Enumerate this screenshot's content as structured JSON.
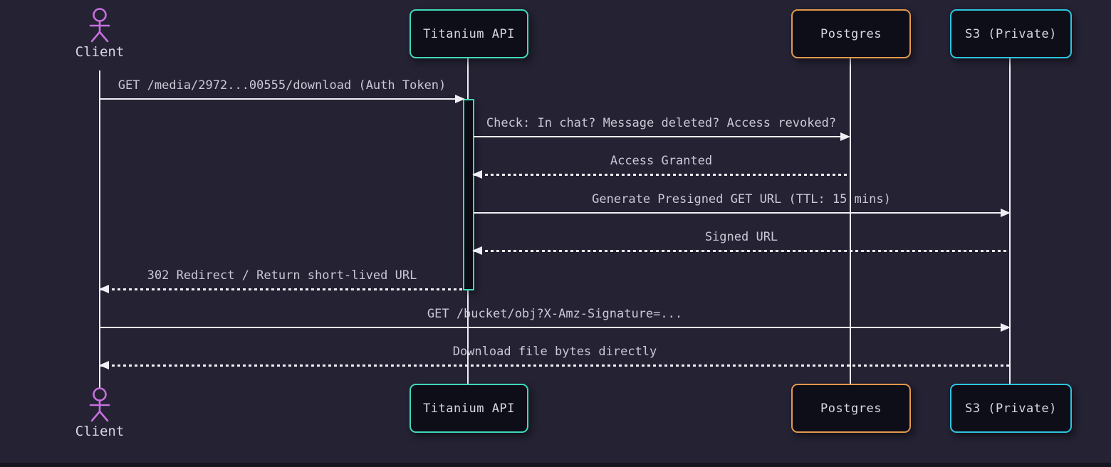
{
  "colors": {
    "bg": "#242233",
    "box": "#0e0e18",
    "line": "#f0eef5",
    "text": "#cbc9d6",
    "label": "#d9d7e3",
    "teal": "#3fd9ba",
    "orange": "#e2984b",
    "cyan": "#2dc5e0",
    "purple": "#c76fdd"
  },
  "diagram": {
    "type": "sequence",
    "actors": [
      {
        "label": "Client",
        "kind": "actor",
        "accent": "#c76fdd"
      },
      {
        "label": "Titanium API",
        "kind": "participant",
        "accent": "#3fd9ba"
      },
      {
        "label": "Postgres",
        "kind": "participant",
        "accent": "#e2984b"
      },
      {
        "label": "S3 (Private)",
        "kind": "participant",
        "accent": "#2dc5e0"
      }
    ],
    "messages": [
      {
        "from": "Client",
        "to": "Titanium API",
        "line": "solid",
        "label": "GET /media/2972...00555/download (Auth Token)"
      },
      {
        "from": "Titanium API",
        "to": "Postgres",
        "line": "solid",
        "label": "Check: In chat? Message deleted? Access revoked?"
      },
      {
        "from": "Postgres",
        "to": "Titanium API",
        "line": "dotted",
        "label": "Access Granted"
      },
      {
        "from": "Titanium API",
        "to": "S3 (Private)",
        "line": "solid",
        "label": "Generate Presigned GET URL (TTL: 15 mins)"
      },
      {
        "from": "S3 (Private)",
        "to": "Titanium API",
        "line": "dotted",
        "label": "Signed URL"
      },
      {
        "from": "Titanium API",
        "to": "Client",
        "line": "dotted",
        "label": "302 Redirect / Return short-lived URL"
      },
      {
        "from": "Client",
        "to": "S3 (Private)",
        "line": "solid",
        "label": "GET /bucket/obj?X-Amz-Signature=..."
      },
      {
        "from": "S3 (Private)",
        "to": "Client",
        "line": "dotted",
        "label": "Download file bytes directly"
      }
    ],
    "activation": {
      "actor": "Titanium API",
      "from_message": 1,
      "to_message": 6
    }
  }
}
